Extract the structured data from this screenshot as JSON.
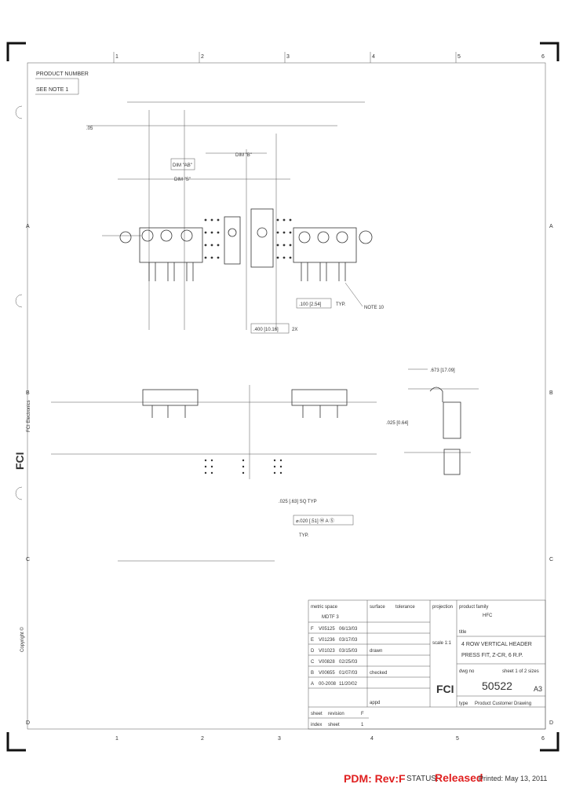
{
  "grid": {
    "top_cols": [
      "1",
      "2",
      "3",
      "4",
      "5",
      "6"
    ],
    "bottom_cols": [
      "1",
      "2",
      "3",
      "4",
      "5",
      "6"
    ],
    "right_rows": [
      "A",
      "B",
      "C",
      "D"
    ],
    "left_rows": [
      "A",
      "B",
      "C",
      "D"
    ]
  },
  "product_number": {
    "label": "PRODUCT NUMBER",
    "note": "SEE NOTE 1"
  },
  "dims": {
    "dim_ab": "DIM \"AB\"",
    "dim_b": "DIM \"B\"",
    "dim_s": "DIM \"S\"",
    "d100": ".100 [2.54]",
    "typ": "TYP.",
    "note10": "NOTE 10",
    "d400": ".400 [10.16]",
    "two_x": "2X",
    "d673": ".673 [17.09]",
    "d025": ".025 [0.64]",
    "d025sq": ".025 [.63] SQ TYP",
    "d5_tol": "⌀.020 [.51] Ⓜ A Ⓢ",
    "typ2": "TYP.",
    "d05": ".05"
  },
  "side_brand": {
    "logo": "FCI",
    "subtitle": "FCI Electronics"
  },
  "copyright": "Copyright ©",
  "title_block": {
    "units_label": "metric space",
    "units_val": "MDTF 3",
    "surface_label": "surface",
    "tolerance_label": "tolerance",
    "projection_label": "projection",
    "product_family_label": "product family",
    "product_family": "HFC",
    "title_label": "title",
    "title_line1": "4 ROW VERTICAL HEADER",
    "title_line2": "PRESS FIT, Z-CR, 6 R.P.",
    "scale_label": "scale 1:1",
    "dwg_label": "dwg no",
    "sheet_label": "sheet 1 of 2 sizes",
    "dwg_no": "50522",
    "size": "A3",
    "type_label": "type",
    "type_val": "Product Customer Drawing",
    "rev_rows": [
      {
        "ltr": "F",
        "ecn": "V05125",
        "date": "06/13/03"
      },
      {
        "ltr": "E",
        "ecn": "V01236",
        "date": "03/17/03"
      },
      {
        "ltr": "D",
        "ecn": "V01023",
        "date": "03/15/03"
      },
      {
        "ltr": "C",
        "ecn": "V00828",
        "date": "02/25/03"
      },
      {
        "ltr": "B",
        "ecn": "V00655",
        "date": "01/07/03"
      },
      {
        "ltr": "A",
        "ecn": "00-2008",
        "date": "11/20/02"
      }
    ],
    "drawn_label": "drawn",
    "checked_label": "checked",
    "approved_label": "appd",
    "sheet_rev_label": "sheet",
    "revision_label": "revision",
    "rev_f": "F",
    "index_label": "index",
    "index_sheet": "sheet",
    "one": "1"
  },
  "footer": {
    "pdm": "PDM: Rev:F",
    "status_label": "STATUS:",
    "status_val": "Released",
    "printed": "Printed: May 13, 2011"
  }
}
